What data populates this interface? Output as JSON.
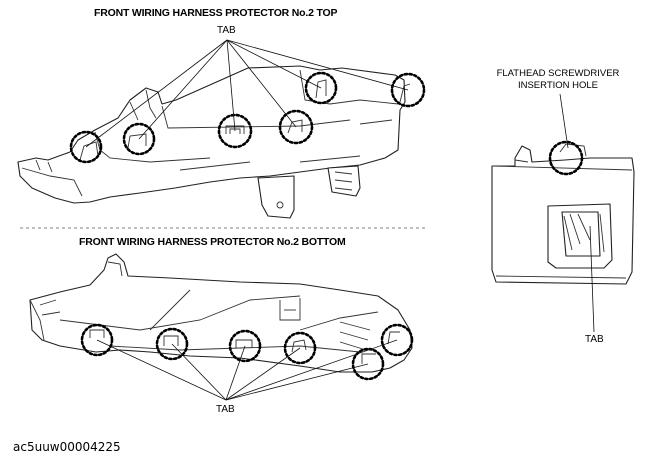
{
  "top_view": {
    "title": "FRONT WIRING HARNESS PROTECTOR No.2 TOP",
    "tab_label": "TAB"
  },
  "bottom_view": {
    "title": "FRONT WIRING HARNESS PROTECTOR No.2 BOTTOM",
    "tab_label": "TAB"
  },
  "detail_view": {
    "hole_label_line1": "FLATHEAD SCREWDRIVER",
    "hole_label_line2": "INSERTION HOLE",
    "tab_label": "TAB"
  },
  "figure_code": "ac5uuw00004225"
}
